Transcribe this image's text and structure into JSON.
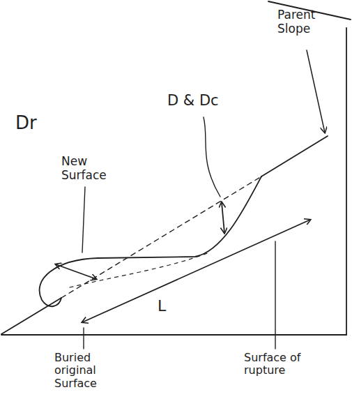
{
  "diagram": {
    "labels": [
      "Dr",
      "New Surface",
      "D & Dc",
      "Parent Slope",
      "L",
      "Buried original Surface",
      "Surface of rupture"
    ]
  }
}
